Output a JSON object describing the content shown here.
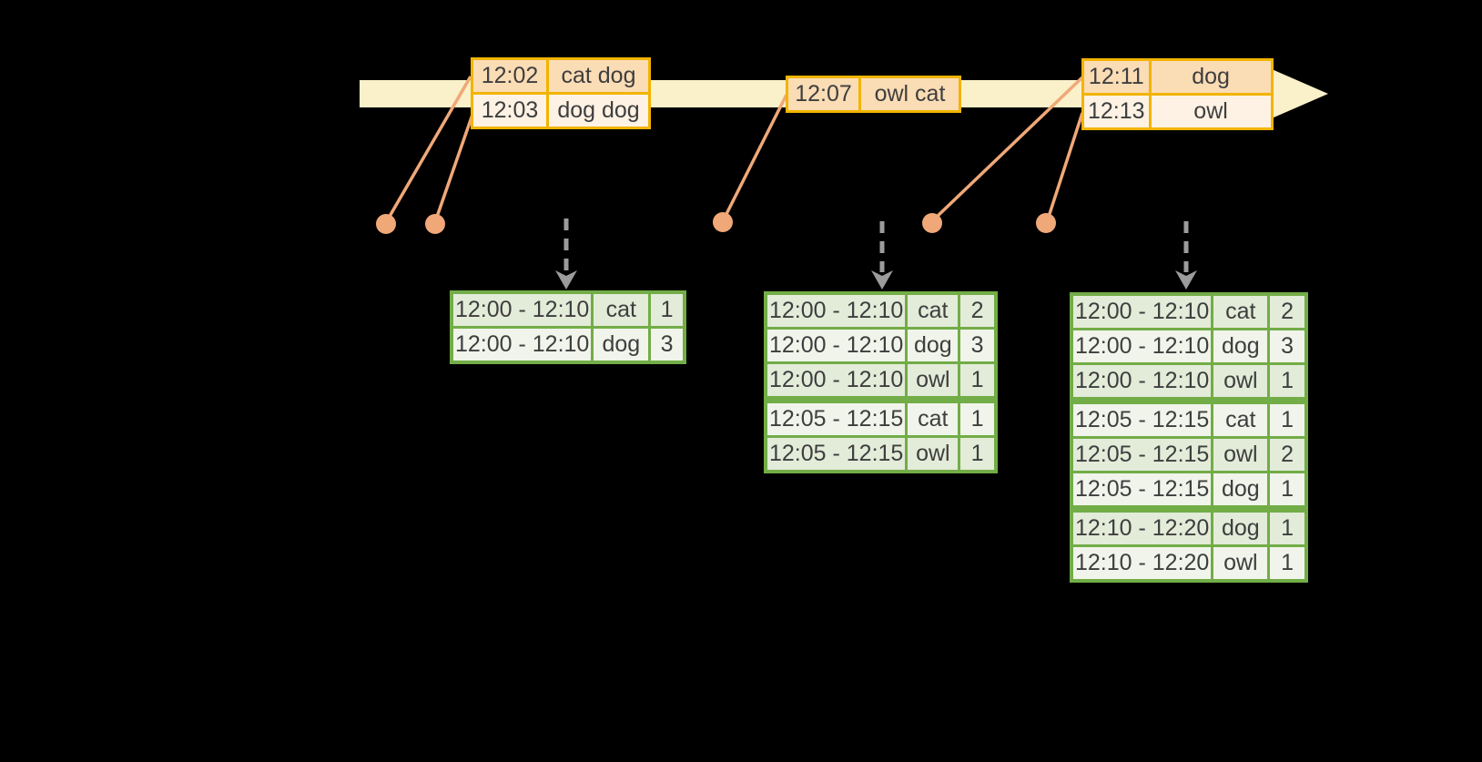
{
  "colors": {
    "background": "#000000",
    "timeline_band": "#FAF0C9",
    "event_table_border": "#F2B400",
    "event_row_fill_dark": "#FADCB5",
    "event_row_fill_light": "#FDF2E3",
    "connector_orange": "#F0A878",
    "trigger_arrow_gray": "#9C9C9C",
    "result_table_border": "#72AD47",
    "result_row_fill_dark": "#E3EBD9",
    "result_row_fill_light": "#F0F4EA",
    "text": "#3E3E3E"
  },
  "icons": {
    "timeline_arrowhead": "right-arrow-head",
    "trigger_arrow": "dashed-down-arrow",
    "event_marker": "filled-circle"
  },
  "event_tables": [
    {
      "rows": [
        {
          "time": "12:02",
          "words": "cat dog"
        },
        {
          "time": "12:03",
          "words": "dog dog"
        }
      ]
    },
    {
      "rows": [
        {
          "time": "12:07",
          "words": "owl cat"
        }
      ]
    },
    {
      "rows": [
        {
          "time": "12:11",
          "words": "dog"
        },
        {
          "time": "12:13",
          "words": "owl"
        }
      ]
    }
  ],
  "result_tables": [
    {
      "rows": [
        [
          "12:00 - 12:10",
          "cat",
          "1"
        ],
        [
          "12:00 - 12:10",
          "dog",
          "3"
        ]
      ]
    },
    {
      "rows": [
        [
          "12:00 - 12:10",
          "cat",
          "2"
        ],
        [
          "12:00 - 12:10",
          "dog",
          "3"
        ],
        [
          "12:00 - 12:10",
          "owl",
          "1"
        ],
        [
          "12:05 - 12:15",
          "cat",
          "1"
        ],
        [
          "12:05 - 12:15",
          "owl",
          "1"
        ]
      ]
    },
    {
      "rows": [
        [
          "12:00 - 12:10",
          "cat",
          "2"
        ],
        [
          "12:00 - 12:10",
          "dog",
          "3"
        ],
        [
          "12:00 - 12:10",
          "owl",
          "1"
        ],
        [
          "12:05 - 12:15",
          "cat",
          "1"
        ],
        [
          "12:05 - 12:15",
          "owl",
          "2"
        ],
        [
          "12:05 - 12:15",
          "dog",
          "1"
        ],
        [
          "12:10 - 12:20",
          "dog",
          "1"
        ],
        [
          "12:10 - 12:20",
          "owl",
          "1"
        ]
      ]
    }
  ]
}
